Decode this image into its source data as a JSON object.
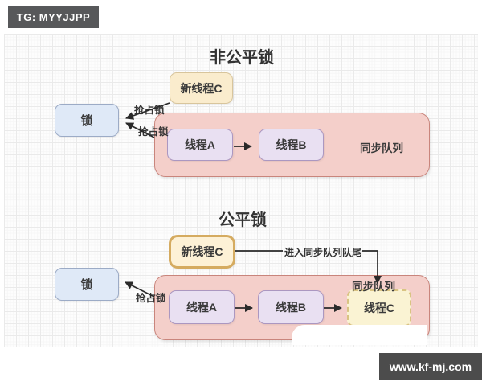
{
  "badge": {
    "label": "TG: MYYJJPP"
  },
  "watermark": {
    "label": "www.kf-mj.com"
  },
  "unfair": {
    "title": "非公平锁",
    "new_thread": "新线程C",
    "lock": "锁",
    "grab_top": "抢占锁",
    "grab_bottom": "抢占锁",
    "thread_a": "线程A",
    "thread_b": "线程B",
    "queue": "同步队列"
  },
  "fair": {
    "title": "公平锁",
    "new_thread": "新线程C",
    "enter_tail": "进入同步队列队尾",
    "lock": "锁",
    "grab": "抢占锁",
    "thread_a": "线程A",
    "thread_b": "线程B",
    "thread_c": "线程C",
    "queue": "同步队列"
  },
  "colors": {
    "pink_fill": "#f4cfca",
    "pink_border": "#c9857c",
    "blue_fill": "#dfe9f7",
    "blue_border": "#9cabc6",
    "cream_fill": "#faeccd",
    "cream_border": "#d8c59c",
    "gold_border": "#d5ab60",
    "lavender_fill": "#e9e0f2",
    "lavender_border": "#ab97c1",
    "dashed_fill": "#faf3d3",
    "dashed_border": "#d9c383",
    "badge_bg": "#57585a",
    "watermark_bg": "#4c4c4c",
    "arrow": "#2a2a2a"
  }
}
